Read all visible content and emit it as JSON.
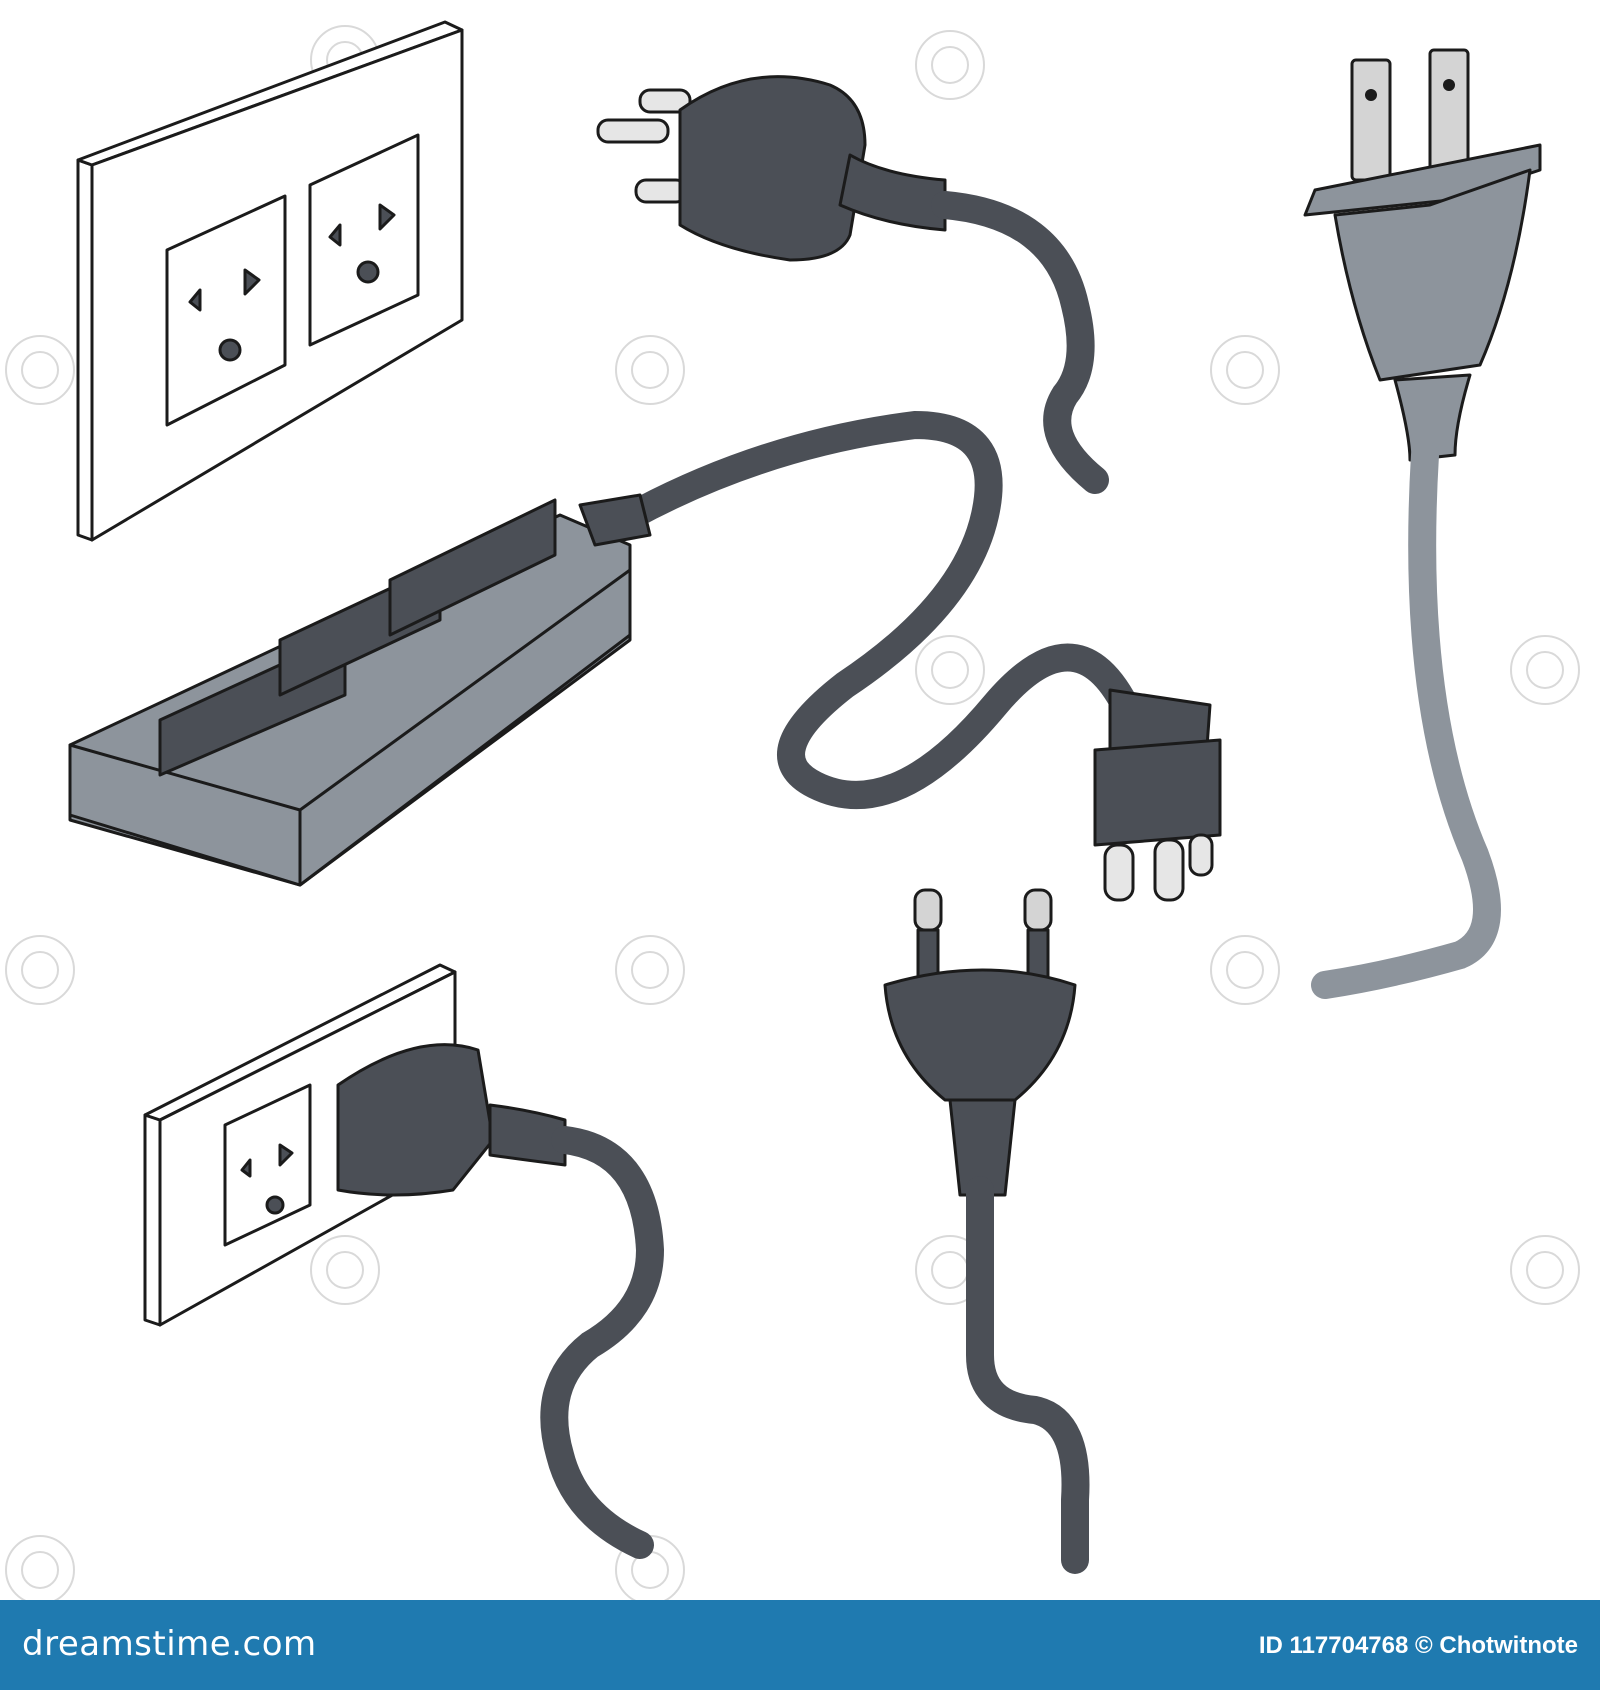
{
  "footer": {
    "brand": "dreamstime.com",
    "id_label": "ID 117704768 © Chotwitnote",
    "bar_color": "#1f7ab0"
  },
  "colors": {
    "dark_cord": "#4b4f56",
    "grey_plug": "#8d949c",
    "socket_plate": "#ffffff",
    "outline": "#1b1b1b"
  },
  "illustrations": [
    "wall-socket-double",
    "three-prong-plug",
    "two-flat-pin-plug",
    "power-strip",
    "wall-socket-with-plug",
    "europlug"
  ]
}
